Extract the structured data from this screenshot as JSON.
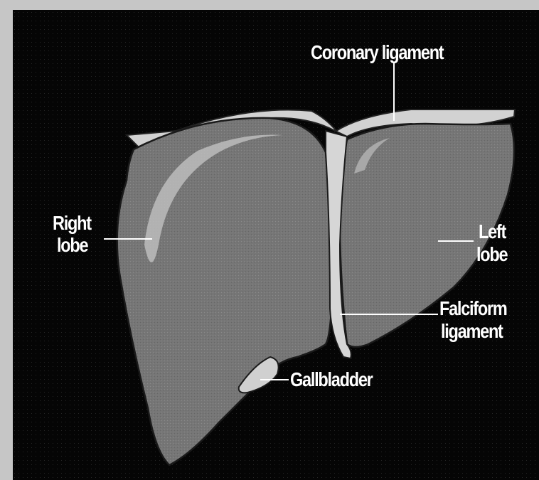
{
  "labels": {
    "coronary_ligament": "Coronary ligament",
    "right_lobe_line1": "Right",
    "right_lobe_line2": "lobe",
    "left_lobe_line1": "Left",
    "left_lobe_line2": "lobe",
    "falciform_line1": "Falciform",
    "falciform_line2": "ligament",
    "gallbladder": "Gallbladder"
  },
  "colors": {
    "background": "#050505",
    "frame": "#c6c6c6",
    "liver": "#7a7a7a",
    "ligament": "#cfcfcf",
    "label_text": "#ffffff"
  }
}
